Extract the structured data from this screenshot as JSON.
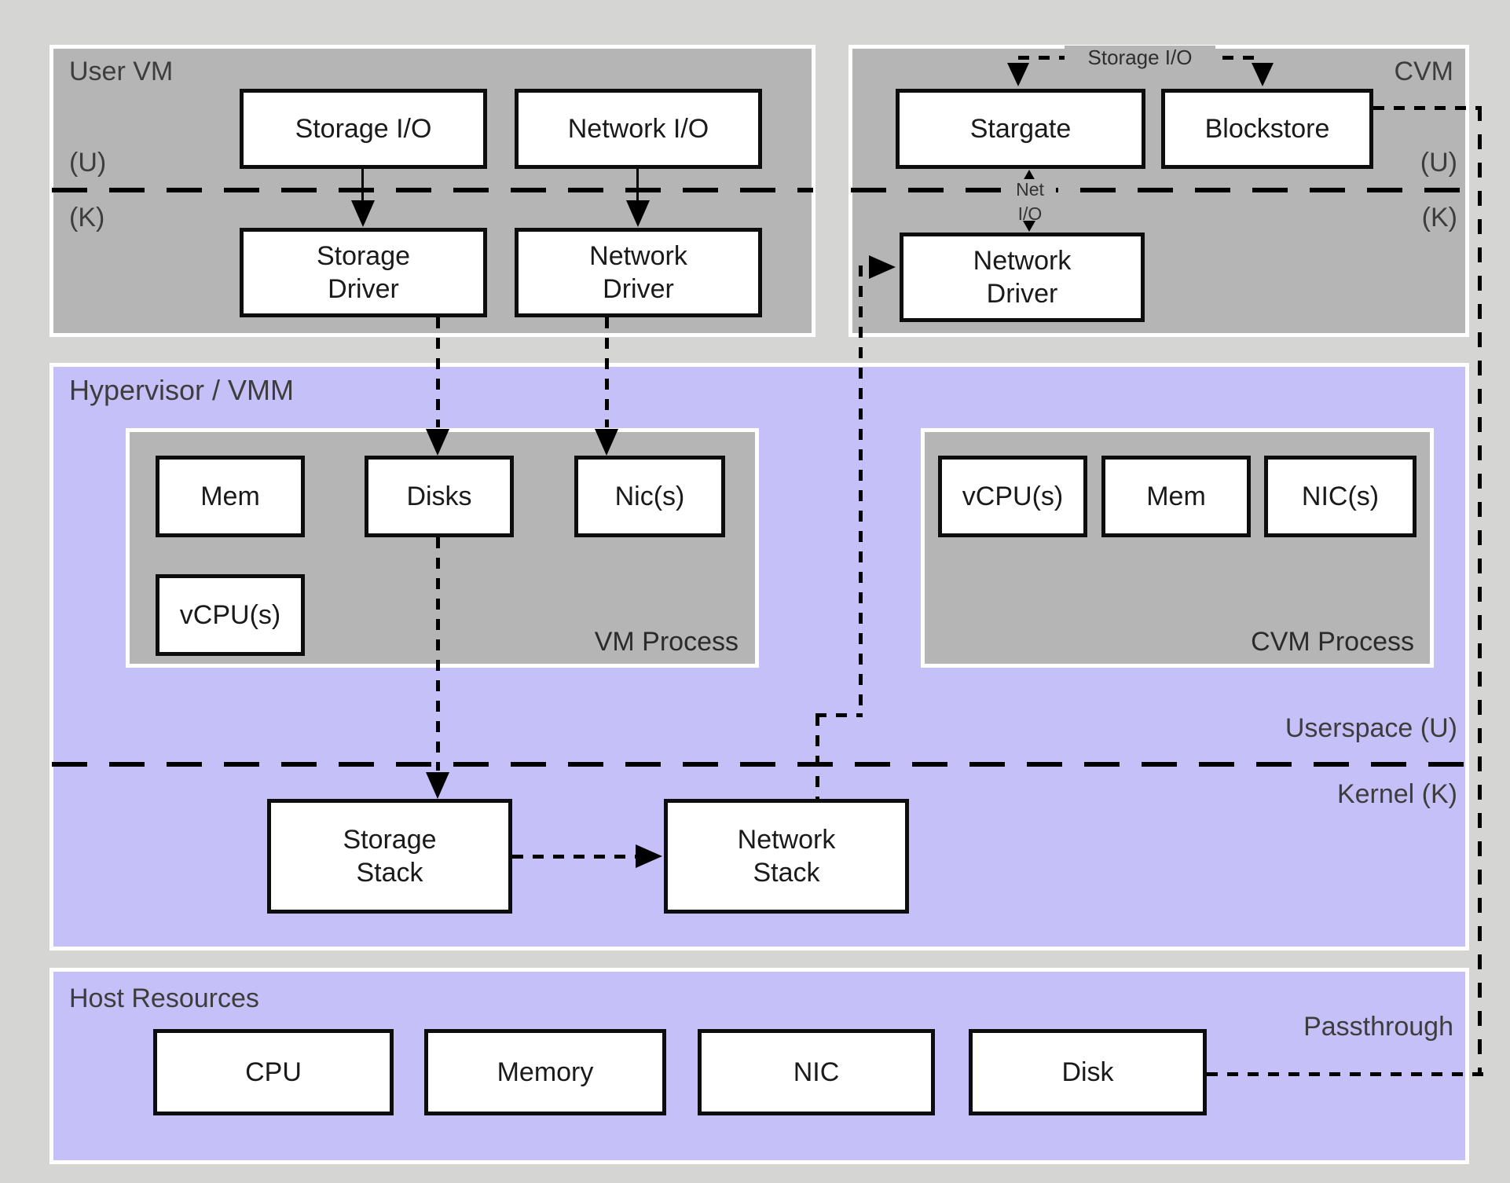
{
  "colors": {
    "canvas_bg": "#d5d5d3",
    "group_gray": "#b5b5b5",
    "group_purple": "#c6c0f8",
    "box_bg": "#ffffff",
    "line_black": "#000000",
    "label_gray": "#3d3d3d"
  },
  "user_vm": {
    "title": "User VM",
    "userspace_label": "(U)",
    "kernel_label": "(K)",
    "boxes": {
      "storage_io": "Storage I/O",
      "network_io": "Network I/O",
      "storage_driver": "Storage Driver",
      "network_driver": "Network Driver"
    }
  },
  "cvm": {
    "title": "CVM",
    "userspace_label": "(U)",
    "kernel_label": "(K)",
    "storage_io_flow_label": "Storage I/O",
    "net_io_label_top": "Net",
    "net_io_label_bottom": "I/O",
    "boxes": {
      "stargate": "Stargate",
      "blockstore": "Blockstore",
      "network_driver": "Network Driver"
    }
  },
  "hypervisor": {
    "title": "Hypervisor / VMM",
    "userspace_label": "Userspace (U)",
    "kernel_label": "Kernel (K)",
    "vm_process": {
      "title": "VM Process",
      "boxes": {
        "mem": "Mem",
        "disks": "Disks",
        "nics": "Nic(s)",
        "vcpus": "vCPU(s)"
      }
    },
    "cvm_process": {
      "title": "CVM Process",
      "boxes": {
        "vcpus": "vCPU(s)",
        "mem": "Mem",
        "nics": "NIC(s)"
      }
    },
    "kernel_boxes": {
      "storage_stack": "Storage Stack",
      "network_stack": "Network Stack"
    }
  },
  "host_resources": {
    "title": "Host Resources",
    "passthrough_label": "Passthrough",
    "boxes": {
      "cpu": "CPU",
      "memory": "Memory",
      "nic": "NIC",
      "disk": "Disk"
    }
  }
}
